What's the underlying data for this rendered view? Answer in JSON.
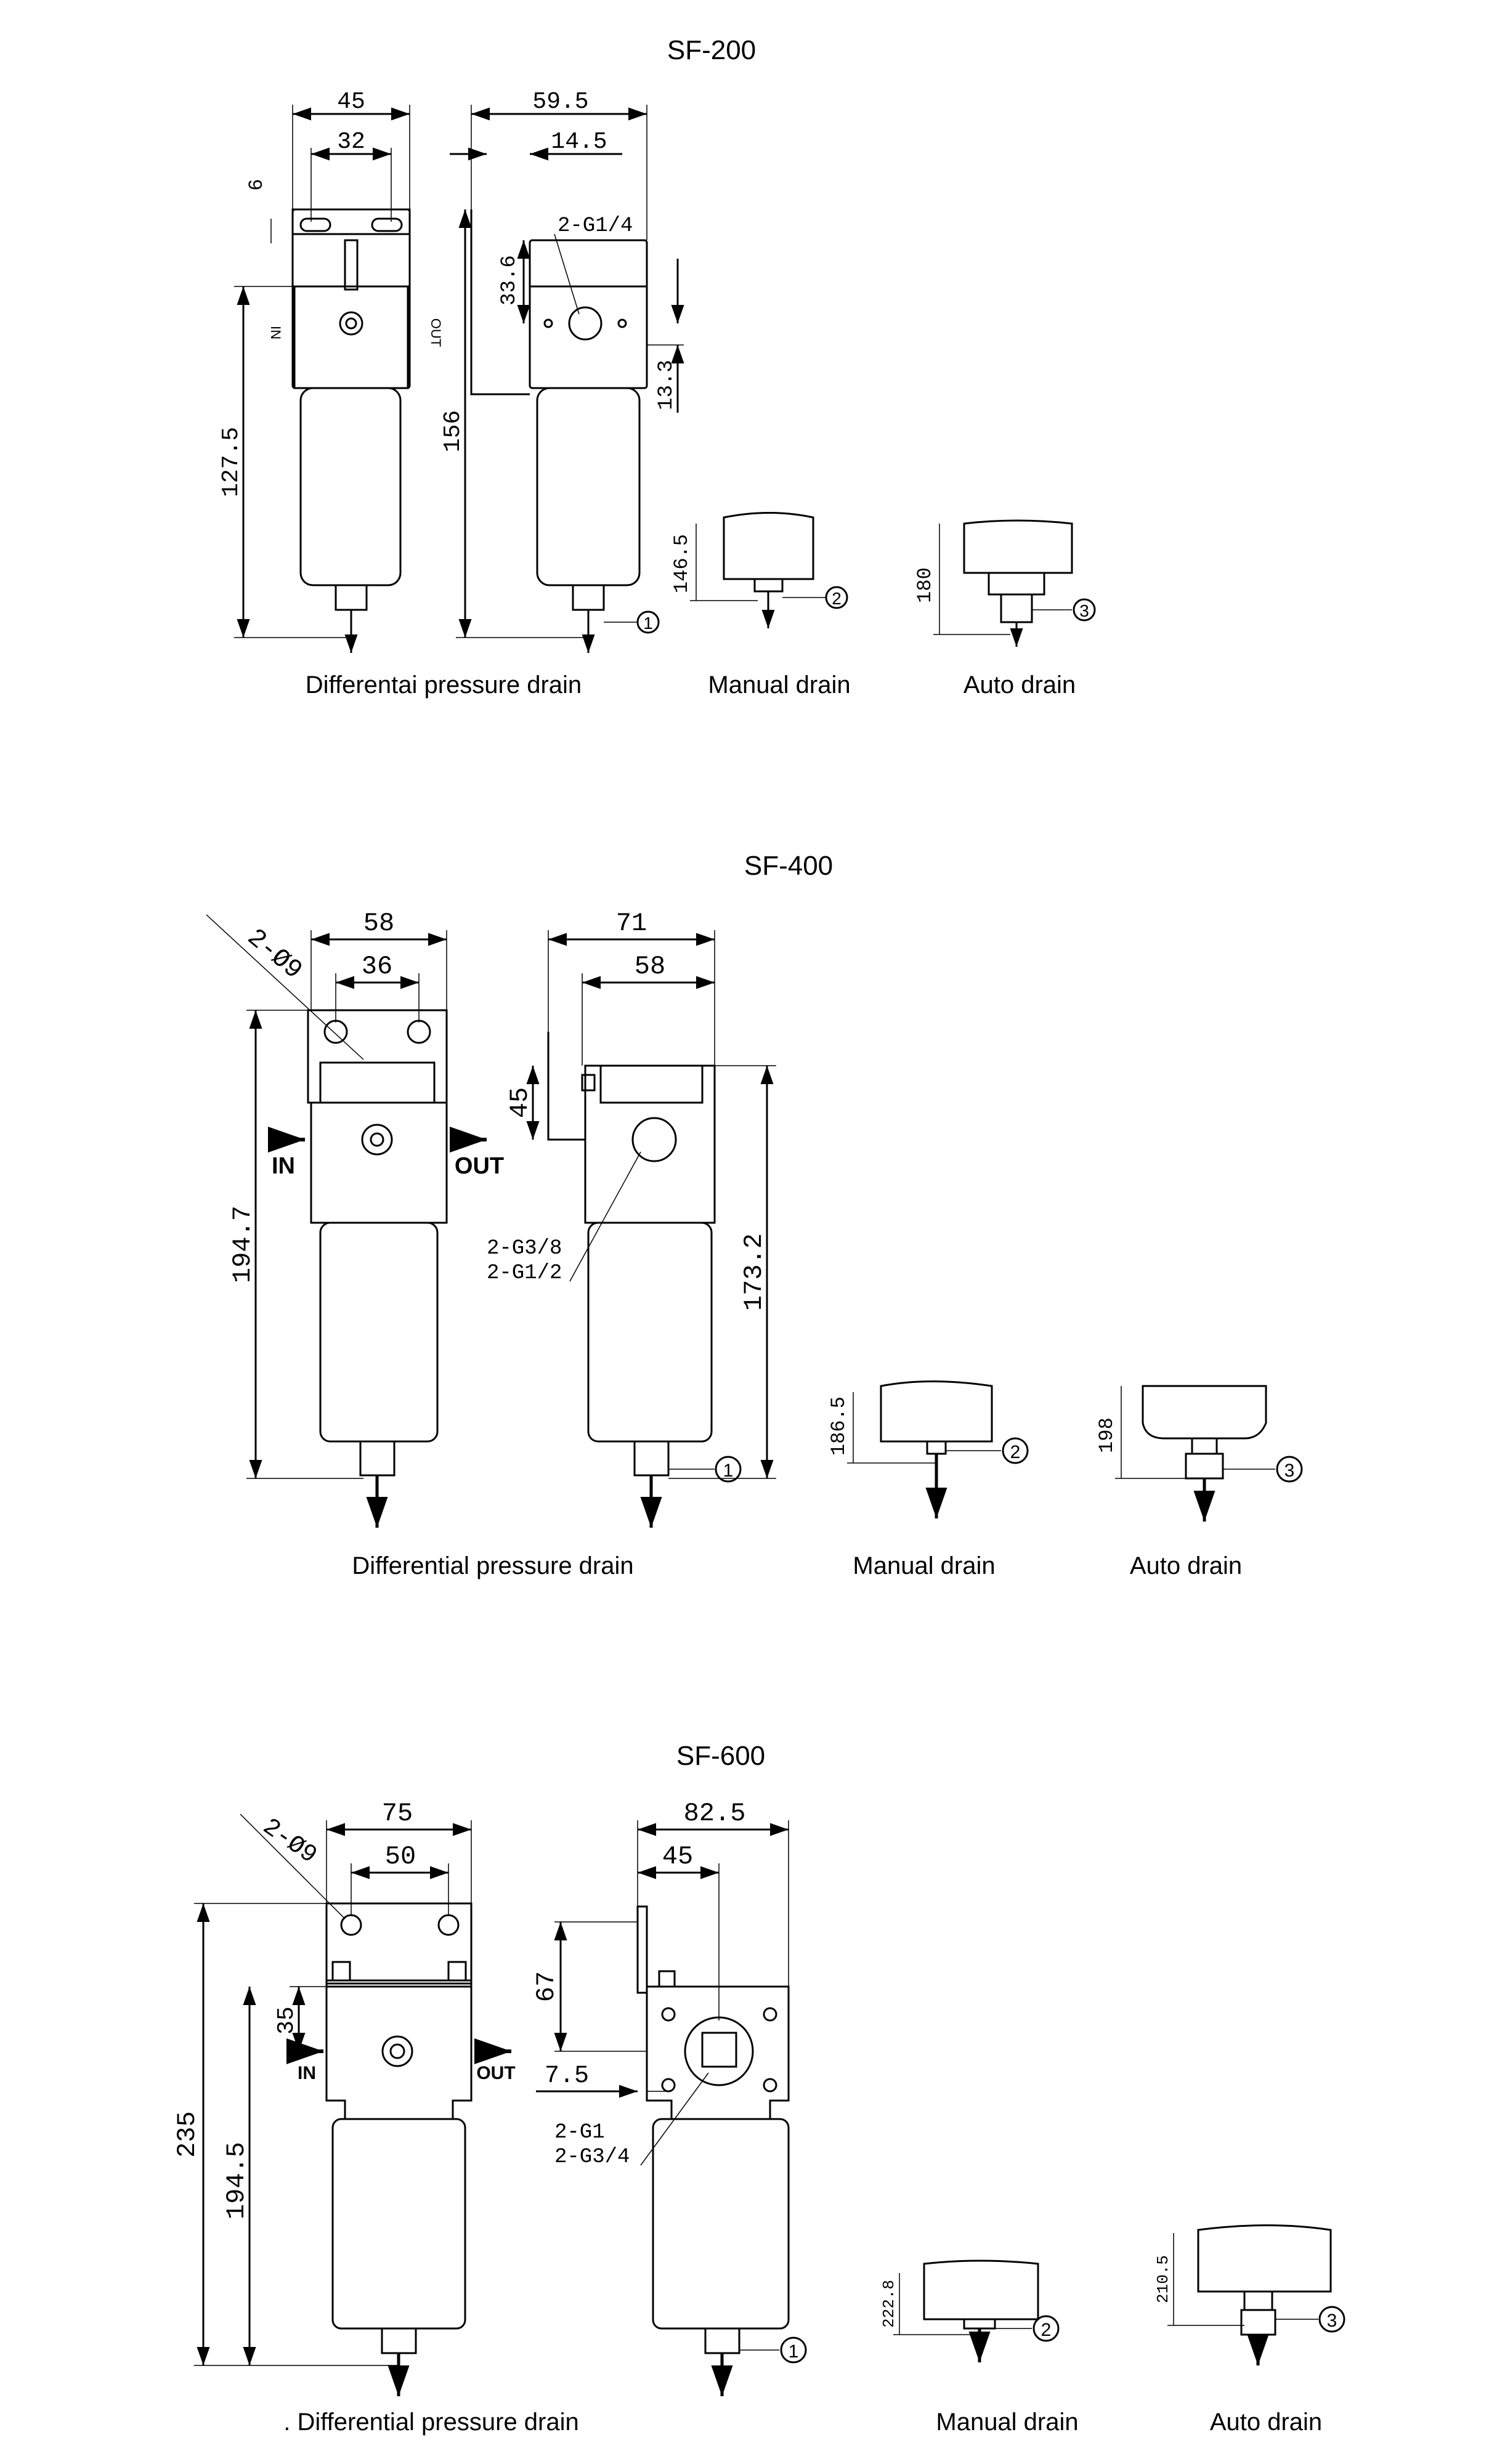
{
  "sections": [
    {
      "title": "SF-200",
      "dims": {
        "top_width_outer": "45",
        "top_width_inner": "32",
        "slot": "6",
        "side_width_outer": "59.5",
        "side_width_inner": "14.5",
        "port_label": "2-G1/4",
        "port_height": "33.6",
        "port_offset": "13.3",
        "front_height": "127.5",
        "side_height": "156",
        "manual_height": "146.5",
        "auto_height": "180"
      },
      "front_markings": {
        "in": "IN",
        "out": "OUT"
      },
      "markers": {
        "m1": "1",
        "m2": "2",
        "m3": "3"
      },
      "captions": {
        "differential": "Differentai pressure drain",
        "manual": "Manual drain",
        "auto": "Auto drain"
      }
    },
    {
      "title": "SF-400",
      "dims": {
        "hole_label": "2-Ø9",
        "top_width_outer": "58",
        "top_width_inner": "36",
        "side_width_outer": "71",
        "side_width_inner": "58",
        "bracket_height": "45",
        "port_label_1": "2-G3/8",
        "port_label_2": "2-G1/2",
        "front_height": "194.7",
        "side_height": "173.2",
        "manual_height": "186.5",
        "auto_height": "198"
      },
      "front_markings": {
        "in": "IN",
        "out": "OUT"
      },
      "markers": {
        "m1": "1",
        "m2": "2",
        "m3": "3"
      },
      "captions": {
        "differential": "Differential pressure drain",
        "manual": "Manual drain",
        "auto": "Auto drain"
      }
    },
    {
      "title": "SF-600",
      "dims": {
        "hole_label": "2-Ø9",
        "top_width_outer": "75",
        "top_width_inner": "50",
        "side_width_outer": "82.5",
        "side_width_inner": "45",
        "bracket_height": "67",
        "port_offset": "7.5",
        "port_label_1": "2-G1",
        "port_label_2": "2-G3/4",
        "head_height": "35",
        "front_height_outer": "235",
        "front_height_inner": "194.5",
        "manual_height": "222.8",
        "auto_height": "210.5"
      },
      "front_markings": {
        "in": "IN",
        "out": "OUT"
      },
      "markers": {
        "m1": "1",
        "m2": "2",
        "m3": "3"
      },
      "captions": {
        "differential": ". Differential pressure drain",
        "manual": "Manual drain",
        "auto": "Auto drain"
      }
    }
  ]
}
